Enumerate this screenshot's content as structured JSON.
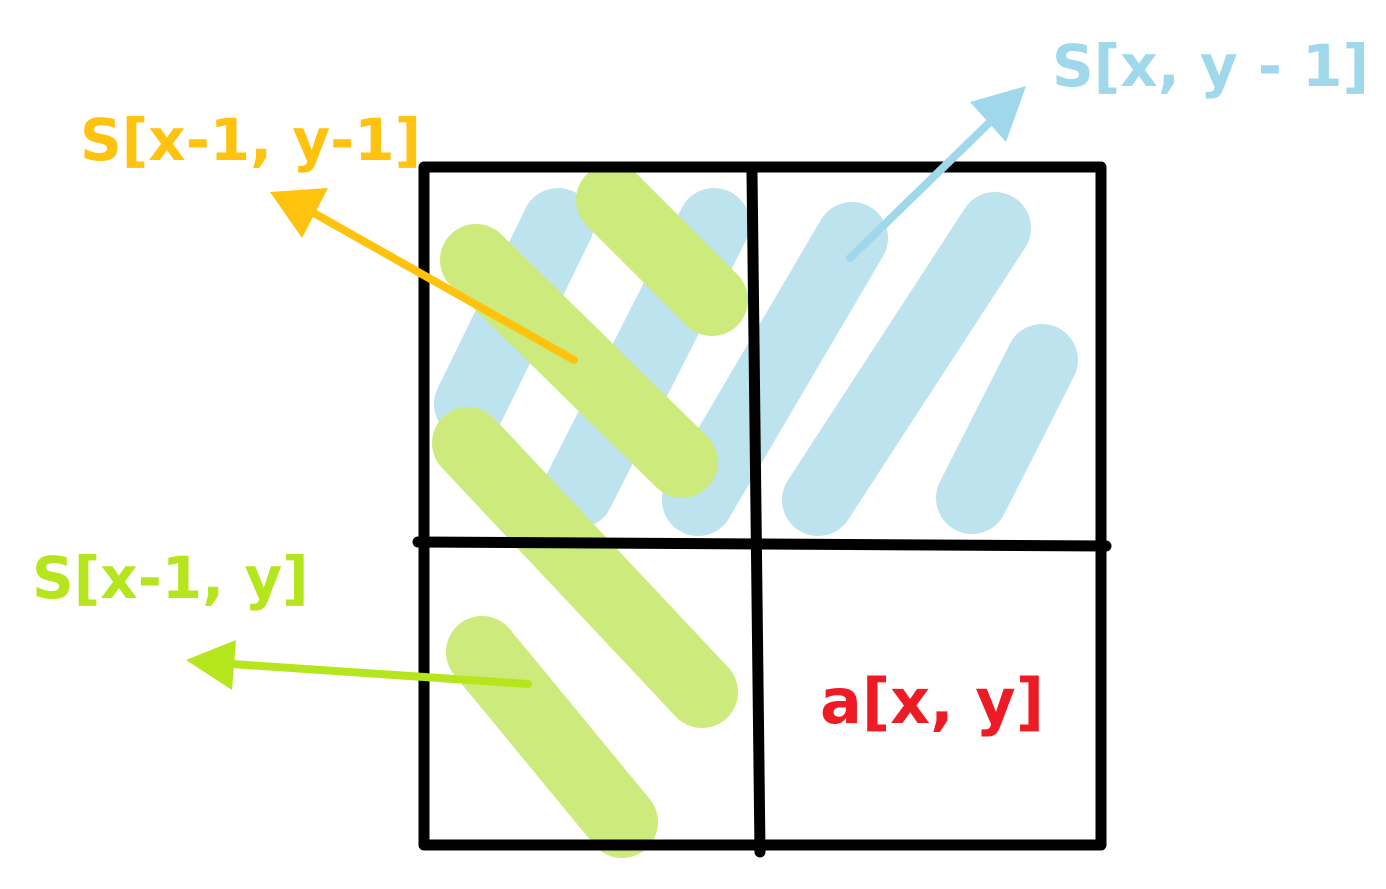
{
  "labels": {
    "s_x_y_minus_1": "S[x, y - 1]",
    "s_x_minus_1_y_minus_1": "S[x-1, y-1]",
    "s_x_minus_1_y": "S[x-1, y]",
    "a_x_y": "a[x, y]"
  },
  "colors": {
    "grid": "#000000",
    "blue_hatch": "#bde3ee",
    "green_hatch": "#cdea7c",
    "overlap": "#a6d78a",
    "blue_label": "#9fd8ea",
    "orange_label": "#ffc20e",
    "green_label": "#b5e61d",
    "red_label": "#ed1c24"
  }
}
